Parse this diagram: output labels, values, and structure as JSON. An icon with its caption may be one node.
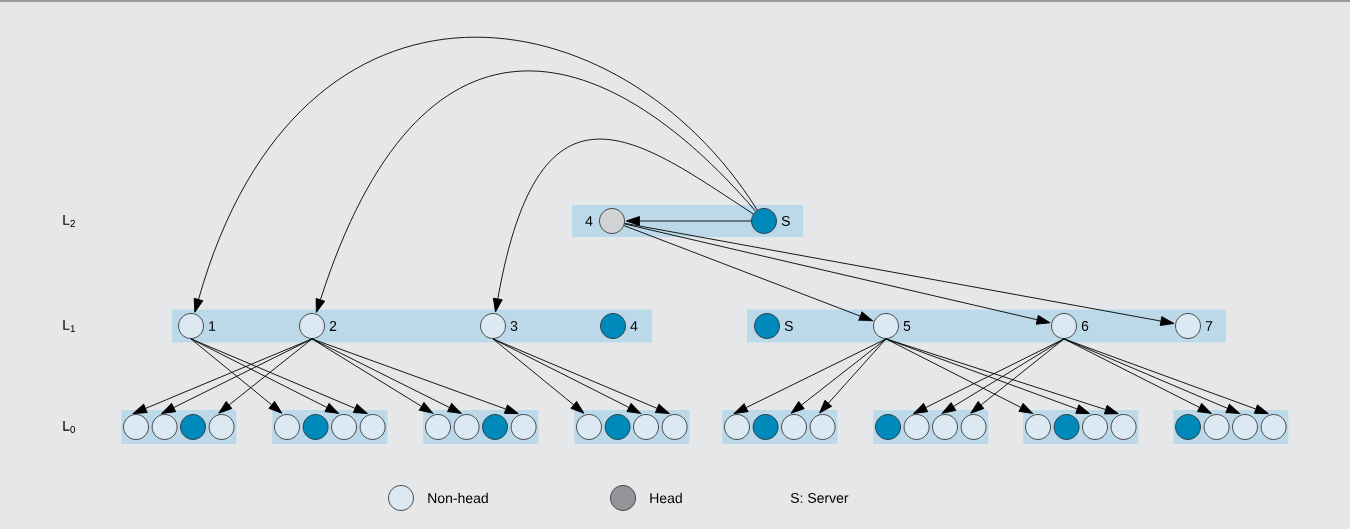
{
  "diagram": {
    "nodes": [
      {
        "text": [],
        "shape": "bar"
      },
      {
        "text": [],
        "shape": "circle",
        "beside": [
          "4"
        ],
        "in": 0
      },
      {
        "text": [],
        "shape": "circle",
        "beside": [
          "S"
        ],
        "in": 0
      },
      {
        "text": [],
        "shape": "bar"
      },
      {
        "text": [],
        "shape": "circle",
        "beside": [
          "1"
        ],
        "in": 3
      },
      {
        "text": [],
        "shape": "circle",
        "beside": [
          "2"
        ],
        "in": 3
      },
      {
        "text": [],
        "shape": "circle",
        "beside": [
          "3"
        ],
        "in": 3
      },
      {
        "text": [],
        "shape": "circle",
        "beside": [
          "4"
        ],
        "in": 3
      },
      {
        "text": [],
        "shape": "bar"
      },
      {
        "text": [],
        "shape": "circle",
        "beside": [
          "S"
        ],
        "in": 8
      },
      {
        "text": [],
        "shape": "circle",
        "beside": [
          "5"
        ],
        "in": 8
      },
      {
        "text": [],
        "shape": "circle",
        "beside": [
          "6"
        ],
        "in": 8
      },
      {
        "text": [],
        "shape": "circle",
        "beside": [
          "7"
        ],
        "in": 8
      },
      {
        "text": [],
        "shape": "bar"
      },
      {
        "text": [],
        "shape": "circle",
        "in": 13
      },
      {
        "text": [],
        "shape": "circle",
        "in": 13
      },
      {
        "text": [],
        "shape": "circle",
        "in": 13
      },
      {
        "text": [],
        "shape": "circle",
        "in": 13
      },
      {
        "text": [],
        "shape": "bar"
      },
      {
        "text": [],
        "shape": "circle",
        "in": 18
      },
      {
        "text": [],
        "shape": "circle",
        "in": 18
      },
      {
        "text": [],
        "shape": "circle",
        "in": 18
      },
      {
        "text": [],
        "shape": "circle",
        "in": 18
      },
      {
        "text": [],
        "shape": "bar"
      },
      {
        "text": [],
        "shape": "circle",
        "in": 23
      },
      {
        "text": [],
        "shape": "circle",
        "in": 23
      },
      {
        "text": [],
        "shape": "circle",
        "in": 23
      },
      {
        "text": [],
        "shape": "circle",
        "in": 23
      },
      {
        "text": [],
        "shape": "bar"
      },
      {
        "text": [],
        "shape": "circle",
        "in": 28
      },
      {
        "text": [],
        "shape": "circle",
        "in": 28
      },
      {
        "text": [],
        "shape": "circle",
        "in": 28
      },
      {
        "text": [],
        "shape": "circle",
        "in": 28
      },
      {
        "text": [],
        "shape": "bar"
      },
      {
        "text": [],
        "shape": "circle",
        "in": 33
      },
      {
        "text": [],
        "shape": "circle",
        "in": 33
      },
      {
        "text": [],
        "shape": "circle",
        "in": 33
      },
      {
        "text": [],
        "shape": "circle",
        "in": 33
      },
      {
        "text": [],
        "shape": "bar"
      },
      {
        "text": [],
        "shape": "circle",
        "in": 38
      },
      {
        "text": [],
        "shape": "circle",
        "in": 38
      },
      {
        "text": [],
        "shape": "circle",
        "in": 38
      },
      {
        "text": [],
        "shape": "circle",
        "in": 38
      },
      {
        "text": [],
        "shape": "bar"
      },
      {
        "text": [],
        "shape": "circle",
        "in": 43
      },
      {
        "text": [],
        "shape": "circle",
        "in": 43
      },
      {
        "text": [],
        "shape": "circle",
        "in": 43
      },
      {
        "text": [],
        "shape": "circle",
        "in": 43
      },
      {
        "text": [],
        "shape": "bar"
      },
      {
        "text": [],
        "shape": "circle",
        "in": 48
      },
      {
        "text": [],
        "shape": "circle",
        "in": 48
      },
      {
        "text": [],
        "shape": "circle",
        "in": 48
      },
      {
        "text": [],
        "shape": "circle",
        "in": 48
      }
    ],
    "edges": [
      {
        "from": 2,
        "to": 1,
        "arrow": "to"
      },
      {
        "from": 2,
        "to": 4,
        "arrow": "to"
      },
      {
        "from": 2,
        "to": 5,
        "arrow": "to"
      },
      {
        "from": 2,
        "to": 6,
        "arrow": "to"
      },
      {
        "from": 1,
        "to": 10,
        "arrow": "to"
      },
      {
        "from": 1,
        "to": 11,
        "arrow": "to"
      },
      {
        "from": 1,
        "to": 12,
        "arrow": "to"
      },
      {
        "from": 4,
        "to": 19,
        "arrow": "to"
      },
      {
        "from": 4,
        "to": 21,
        "arrow": "to"
      },
      {
        "from": 4,
        "to": 22,
        "arrow": "to"
      },
      {
        "from": 5,
        "to": 14,
        "arrow": "to"
      },
      {
        "from": 5,
        "to": 15,
        "arrow": "to"
      },
      {
        "from": 5,
        "to": 17,
        "arrow": "to"
      },
      {
        "from": 5,
        "to": 24,
        "arrow": "to"
      },
      {
        "from": 5,
        "to": 25,
        "arrow": "to"
      },
      {
        "from": 5,
        "to": 27,
        "arrow": "to"
      },
      {
        "from": 6,
        "to": 29,
        "arrow": "to"
      },
      {
        "from": 6,
        "to": 31,
        "arrow": "to"
      },
      {
        "from": 6,
        "to": 32,
        "arrow": "to"
      },
      {
        "from": 10,
        "to": 34,
        "arrow": "to"
      },
      {
        "from": 10,
        "to": 36,
        "arrow": "to"
      },
      {
        "from": 10,
        "to": 37,
        "arrow": "to"
      },
      {
        "from": 10,
        "to": 44,
        "arrow": "to"
      },
      {
        "from": 10,
        "to": 46,
        "arrow": "to"
      },
      {
        "from": 10,
        "to": 47,
        "arrow": "to"
      },
      {
        "from": 11,
        "to": 40,
        "arrow": "to"
      },
      {
        "from": 11,
        "to": 41,
        "arrow": "to"
      },
      {
        "from": 11,
        "to": 42,
        "arrow": "to"
      },
      {
        "from": 11,
        "to": 50,
        "arrow": "to"
      },
      {
        "from": 11,
        "to": 51,
        "arrow": "to"
      },
      {
        "from": 11,
        "to": 52,
        "arrow": "to"
      }
    ],
    "labels": [
      "L$_{2}$",
      "L$_{1}$",
      "L$_{0}$",
      "S: Server"
    ],
    "legend": [
      {
        "text": "Non-head",
        "color": "#dce9f3"
      },
      {
        "text": "Head",
        "color": "#939598"
      }
    ]
  }
}
